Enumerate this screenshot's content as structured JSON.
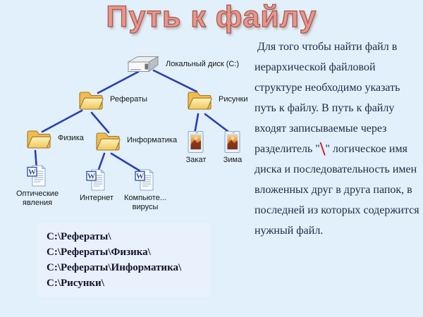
{
  "slide": {
    "title": "Путь к файлу"
  },
  "colors": {
    "background": "#e1f0fa",
    "title": "#e8968c",
    "title_outline": "#a85a50",
    "connector_line": "#2b3cb4",
    "folder_yellow": "#f1c75e",
    "separator_red": "#cc1010",
    "paths_box_bg": "#e9f1fc",
    "text_navy": "#1e2946"
  },
  "icons": {
    "word_glyph": "W",
    "names": [
      "hard-drive-icon",
      "folder-icon",
      "word-document-icon",
      "image-file-icon"
    ]
  },
  "tree": {
    "nodes": [
      {
        "id": "drive",
        "icon": "hard-drive-icon",
        "label": "Локальный диск (C:)"
      },
      {
        "id": "referaty",
        "icon": "folder-icon",
        "label": "Рефераты"
      },
      {
        "id": "risunki",
        "icon": "folder-icon",
        "label": "Рисунки"
      },
      {
        "id": "fizika",
        "icon": "folder-icon",
        "label": "Физика"
      },
      {
        "id": "informatika",
        "icon": "folder-icon",
        "label": "Информатика"
      },
      {
        "id": "zakat",
        "icon": "image-file-icon",
        "label": "Закат"
      },
      {
        "id": "zima",
        "icon": "image-file-icon",
        "label": "Зима"
      },
      {
        "id": "optich",
        "icon": "word-document-icon",
        "label": "Оптические явления"
      },
      {
        "id": "internet",
        "icon": "word-document-icon",
        "label": "Интернет"
      },
      {
        "id": "komp",
        "icon": "word-document-icon",
        "label": "Компьюте... вирусы"
      }
    ]
  },
  "paths_box": {
    "lines": [
      "C:\\Рефераты\\",
      "C:\\Рефераты\\Физика\\",
      "C:\\Рефераты\\Информатика\\",
      "C:\\Рисунки\\"
    ]
  },
  "description": {
    "part1": " Для того чтобы найти файл в иерархической файловой структуре необходимо указать путь к файлу. В путь к файлу входят записываемые через разделитель \"",
    "separator": "\\",
    "part2": "\" логическое имя диска и последовательность имен вложенных друг в друга папок, в последней из которых содержится нужный файл."
  }
}
